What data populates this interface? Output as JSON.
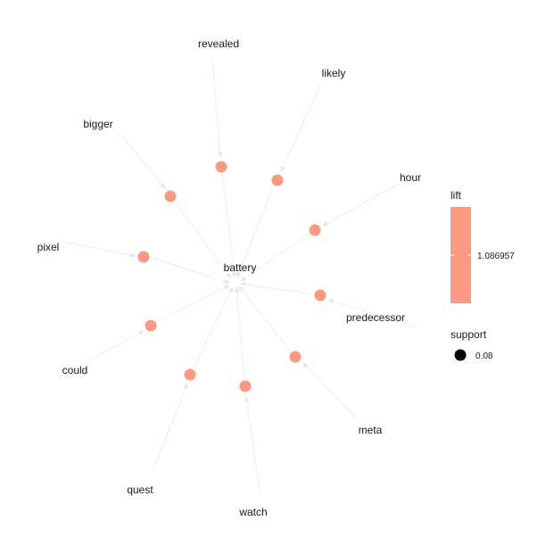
{
  "graph": {
    "center": "battery",
    "items": [
      "revealed",
      "likely",
      "bigger",
      "hour",
      "pixel",
      "predecessor",
      "could",
      "meta",
      "quest",
      "watch"
    ],
    "rule_color": "#fb9a82",
    "edge_color": "#ececec"
  },
  "legend": {
    "lift_title": "lift",
    "lift_value": "1.086957",
    "support_title": "support",
    "support_value": "0.08"
  }
}
